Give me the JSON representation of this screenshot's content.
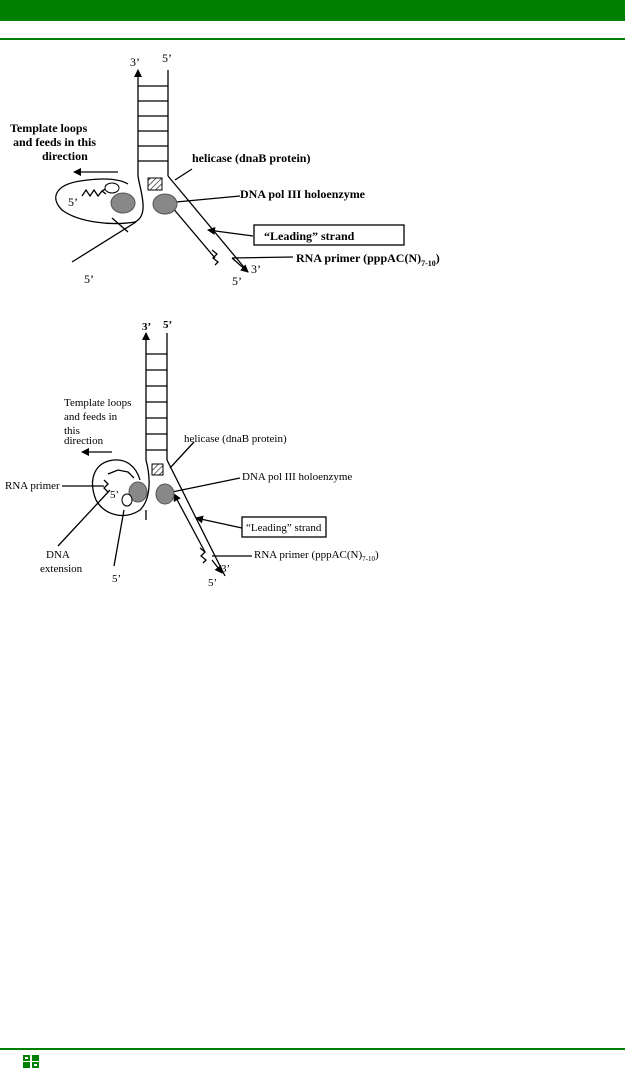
{
  "colors": {
    "band": "#008000",
    "enzyme_fill": "#888888"
  },
  "diagram1": {
    "label_3prime_top": "3’",
    "label_5prime_top": "5’",
    "template_line1": "Template loops",
    "template_line2": "and feeds in this",
    "template_line3": "direction",
    "helicase": "helicase (dnaB protein)",
    "polymerase": "DNA pol III holoenzyme",
    "leading_strand": "“Leading” strand",
    "rna_primer_main": "RNA primer (pppAC(N)",
    "rna_primer_sub": "7-10",
    "rna_primer_close": ")",
    "label_5prime_loop": "5’",
    "label_5prime_bottom_left": "5’",
    "label_3prime_bottom_right": "3’",
    "label_5prime_bottom_right": "5’"
  },
  "diagram2": {
    "label_3prime_top": "3’",
    "label_5prime_top": "5’",
    "template_line1": "Template loops",
    "template_line2": "and feeds in",
    "template_line3": "this",
    "template_line4": "direction",
    "helicase": "helicase (dnaB protein)",
    "polymerase": "DNA pol III holoenzyme",
    "rna_primer_left": "RNA primer",
    "dna_ext_line1": "DNA",
    "dna_ext_line2": "extension",
    "leading_strand": "“Leading” strand",
    "rna_primer_main": "RNA primer (pppAC(N)",
    "rna_primer_sub": "7-10",
    "rna_primer_close": ")",
    "label_5prime_loop": "5’",
    "label_5prime_bottom_left": "5’",
    "label_3prime_bottom_right": "3’",
    "label_5prime_bottom_right": "5’"
  }
}
